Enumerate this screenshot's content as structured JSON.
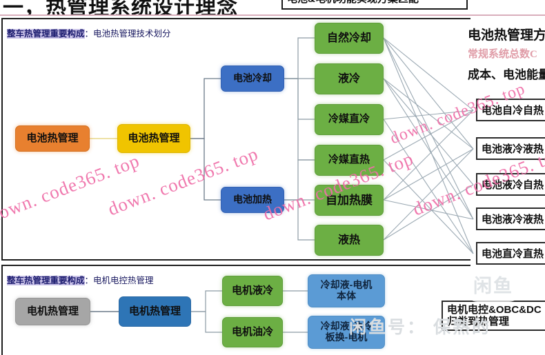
{
  "header": {
    "slide_title": "一，热管理系统设计理念",
    "title_box_text": "电池&电机功能实现方案匹配",
    "rule_color": "#d9aebb"
  },
  "battery_section": {
    "head_highlight": "整车热管理重要构成",
    "head_rest": "：电池热管理技术划分",
    "level1": {
      "label": "电池热管理",
      "color": "#e8802f"
    },
    "level2": {
      "label": "电池热管理",
      "color": "#f0c400"
    },
    "level3": [
      {
        "label": "电池冷却",
        "color": "#3c6fc4"
      },
      {
        "label": "电池加热",
        "color": "#3c6fc4"
      }
    ],
    "level4": [
      {
        "label": "自然冷却",
        "color": "#6caf44"
      },
      {
        "label": "液冷",
        "color": "#6caf44"
      },
      {
        "label": "冷媒直冷",
        "color": "#6caf44"
      },
      {
        "label": "冷媒直热",
        "color": "#6caf44"
      },
      {
        "label": "自加热膜",
        "color": "#6caf44"
      },
      {
        "label": "液热",
        "color": "#6caf44"
      }
    ],
    "outcomes": [
      {
        "label": "电池自冷自热"
      },
      {
        "label": "电池液冷液热"
      },
      {
        "label": "电池液冷自热"
      },
      {
        "label": "电池液冷液热"
      },
      {
        "label": "电池直冷直热"
      }
    ],
    "right_title": "电池热管理方案",
    "right_sub": "常规系统总数C",
    "right_note": "成本、电池能量"
  },
  "motor_section": {
    "head_highlight": "整车热管理重要构成",
    "head_rest": "：电机电控热管理",
    "level1": {
      "label": "电机热管理",
      "color": "#a6a6a6"
    },
    "level2": {
      "label": "电机热管理",
      "color": "#2e75b6"
    },
    "level3": [
      {
        "label": "电机液冷",
        "color": "#6caf44"
      },
      {
        "label": "电机油冷",
        "color": "#6caf44"
      }
    ],
    "level4": [
      {
        "label": "冷却液-电机\n本体",
        "color": "#5b9bd5"
      },
      {
        "label": "冷却液-油冷\n板换-电机",
        "color": "#5b9bd5"
      }
    ],
    "outcome": "电机电控&OBC&DC\n归类到热管理"
  },
  "watermarks": {
    "pink_1": "down. code365. top",
    "pink_2": "down. code365. top",
    "pink_3": "down. code365. top",
    "pink_4": "down. code365. top",
    "badge": "闲鱼",
    "bottom": "闲鱼号： 保熟的"
  }
}
